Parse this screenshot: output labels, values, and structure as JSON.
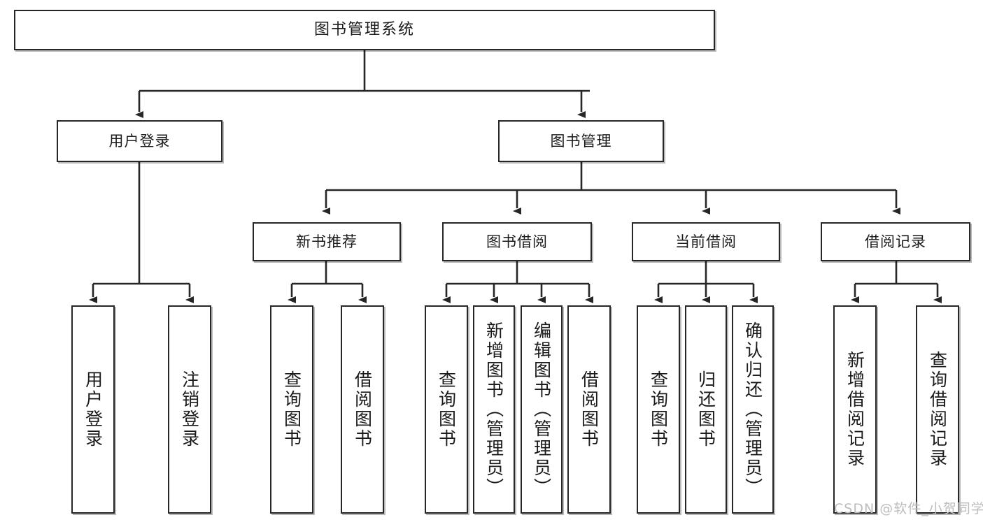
{
  "diagram": {
    "type": "tree",
    "title": "图书管理系统",
    "root": {
      "label": "图书管理系统"
    },
    "level2": [
      {
        "label": "用户登录"
      },
      {
        "label": "图书管理"
      }
    ],
    "level3": [
      {
        "label": "新书推荐"
      },
      {
        "label": "图书借阅"
      },
      {
        "label": "当前借阅"
      },
      {
        "label": "借阅记录"
      }
    ],
    "leaves": {
      "user_login": [
        {
          "label": "用户登录"
        },
        {
          "label": "注销登录"
        }
      ],
      "new_book_recommend": [
        {
          "label": "查询图书"
        },
        {
          "label": "借阅图书"
        }
      ],
      "book_borrow": [
        {
          "label": "查询图书"
        },
        {
          "label": "新增图书（管理员）"
        },
        {
          "label": "编辑图书（管理员）"
        },
        {
          "label": "借阅图书"
        }
      ],
      "current_borrow": [
        {
          "label": "查询图书"
        },
        {
          "label": "归还图书"
        },
        {
          "label": "确认归还（管理员）"
        }
      ],
      "borrow_record": [
        {
          "label": "新增借阅记录"
        },
        {
          "label": "查询借阅记录"
        }
      ]
    },
    "watermark": "CSDN @软件_小贺同学",
    "colors": {
      "stroke": "#262626",
      "fill": "#ffffff",
      "text": "#1a1a1a",
      "watermark": "#bdbdbd"
    }
  }
}
